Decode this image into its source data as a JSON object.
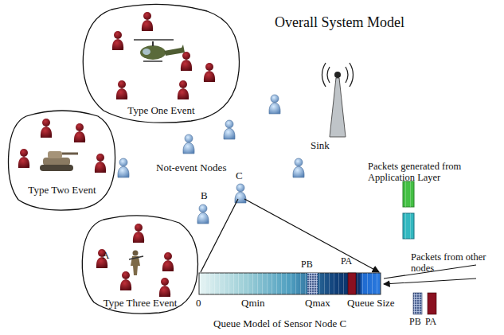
{
  "diagram": {
    "title": "Overall System Model",
    "nodes": [
      {
        "text": [
          "Type One Event"
        ]
      },
      {
        "text": [
          "Type Two Event"
        ]
      },
      {
        "text": [
          "Type Three Event"
        ]
      }
    ],
    "labels": [
      "Not-event Nodes",
      "C",
      "B",
      "A",
      "Sink",
      "Packets generated from Application Layer",
      "Packets from other nodes",
      "PB",
      "PA",
      "0",
      "Qmin",
      "Qmax",
      "Queue Size",
      "Queue Model of Sensor Node C",
      "PB",
      "PA"
    ]
  }
}
